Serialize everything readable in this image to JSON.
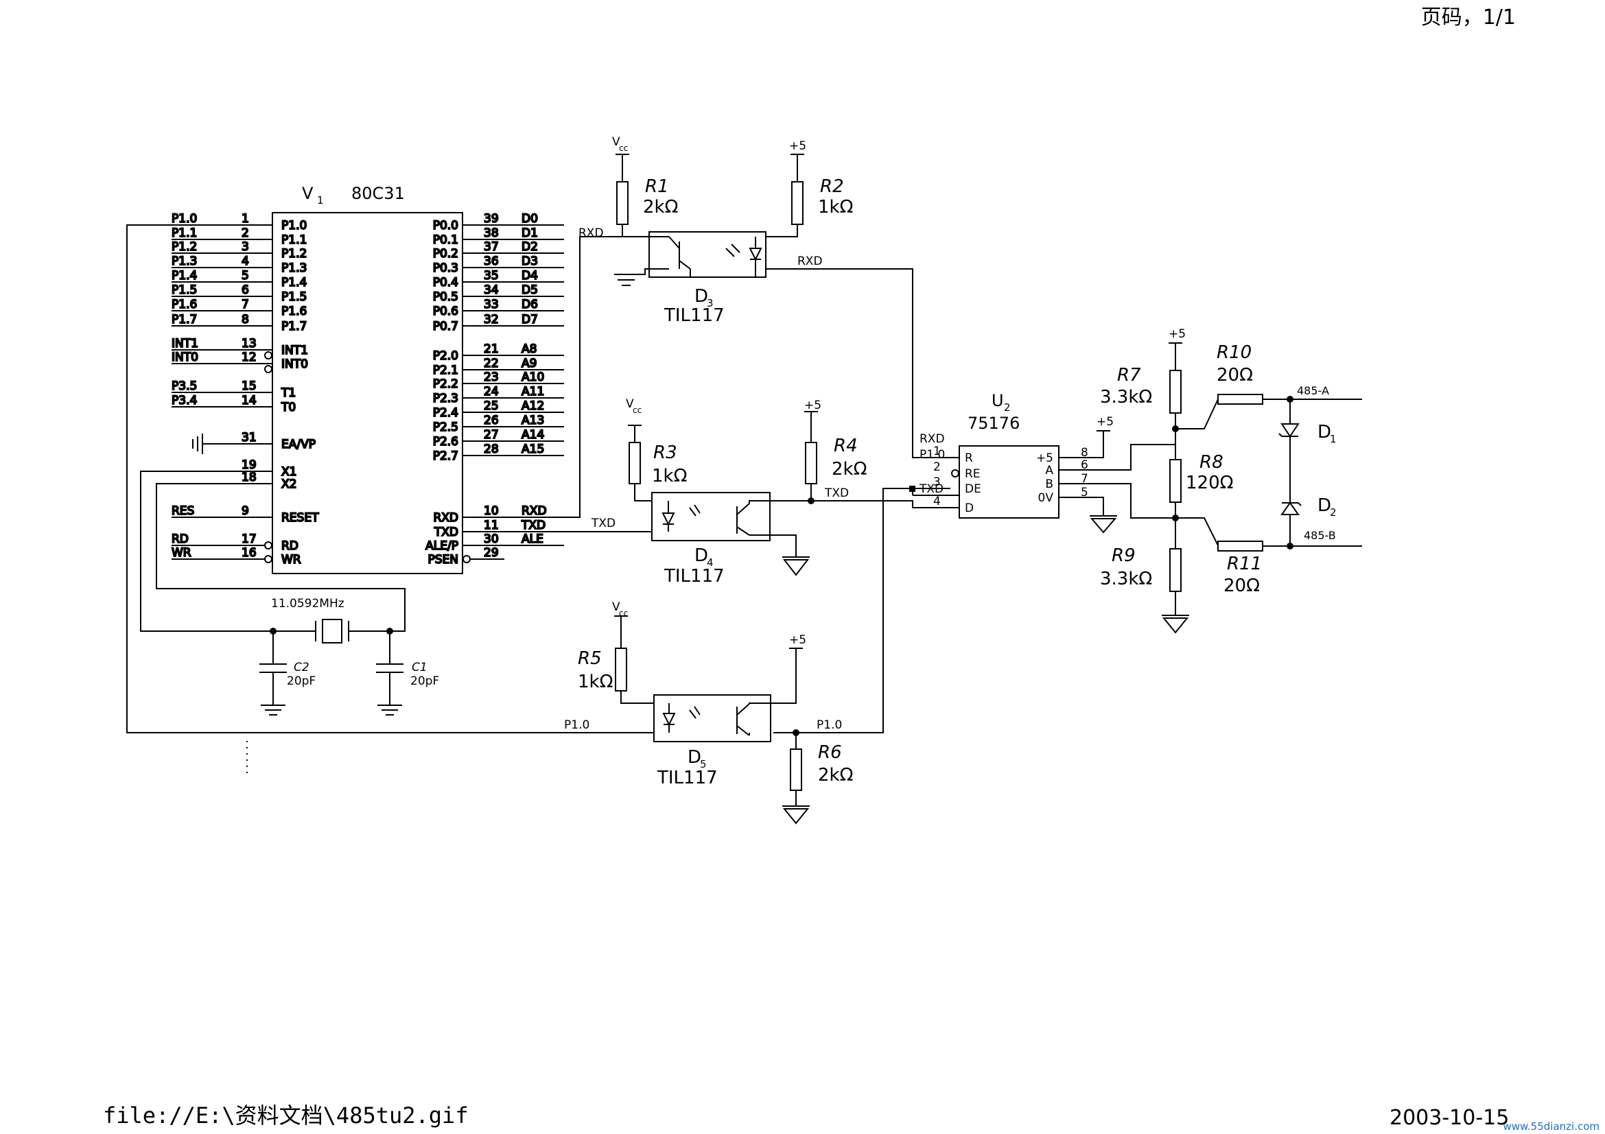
{
  "header": {
    "page_label": "页码，1/1"
  },
  "footer": {
    "file_path": "file://E:\\资料文档\\485tu2.gif",
    "date": "2003-10-15",
    "watermark": "www.55dianzi.com"
  },
  "u1": {
    "ref": "V",
    "ref_sub": "1",
    "part": "80C31",
    "left_pins": [
      {
        "net": "P1.0",
        "num": "1",
        "name": "P1.0"
      },
      {
        "net": "P1.1",
        "num": "2",
        "name": "P1.1"
      },
      {
        "net": "P1.2",
        "num": "3",
        "name": "P1.2"
      },
      {
        "net": "P1.3",
        "num": "4",
        "name": "P1.3"
      },
      {
        "net": "P1.4",
        "num": "5",
        "name": "P1.4"
      },
      {
        "net": "P1.5",
        "num": "6",
        "name": "P1.5"
      },
      {
        "net": "P1.6",
        "num": "7",
        "name": "P1.6"
      },
      {
        "net": "P1.7",
        "num": "8",
        "name": "P1.7"
      },
      {
        "net": "INT1",
        "num": "13",
        "name": "INT1"
      },
      {
        "net": "INT0",
        "num": "12",
        "name": "INT0"
      },
      {
        "net": "P3.5",
        "num": "15",
        "name": "T1"
      },
      {
        "net": "P3.4",
        "num": "14",
        "name": "T0"
      },
      {
        "net": "",
        "num": "31",
        "name": "EA/VP"
      },
      {
        "net": "",
        "num": "19",
        "name": "X1"
      },
      {
        "net": "",
        "num": "18",
        "name": "X2"
      },
      {
        "net": "RES",
        "num": "9",
        "name": "RESET"
      },
      {
        "net": "RD",
        "num": "17",
        "name": "RD"
      },
      {
        "net": "WR",
        "num": "16",
        "name": "WR"
      }
    ],
    "right_pins": [
      {
        "name": "P0.0",
        "num": "39",
        "net": "D0"
      },
      {
        "name": "P0.1",
        "num": "38",
        "net": "D1"
      },
      {
        "name": "P0.2",
        "num": "37",
        "net": "D2"
      },
      {
        "name": "P0.3",
        "num": "36",
        "net": "D3"
      },
      {
        "name": "P0.4",
        "num": "35",
        "net": "D4"
      },
      {
        "name": "P0.5",
        "num": "34",
        "net": "D5"
      },
      {
        "name": "P0.6",
        "num": "33",
        "net": "D6"
      },
      {
        "name": "P0.7",
        "num": "32",
        "net": "D7"
      },
      {
        "name": "P2.0",
        "num": "21",
        "net": "A8"
      },
      {
        "name": "P2.1",
        "num": "22",
        "net": "A9"
      },
      {
        "name": "P2.2",
        "num": "23",
        "net": "A10"
      },
      {
        "name": "P2.3",
        "num": "24",
        "net": "A11"
      },
      {
        "name": "P2.4",
        "num": "25",
        "net": "A12"
      },
      {
        "name": "P2.5",
        "num": "26",
        "net": "A13"
      },
      {
        "name": "P2.6",
        "num": "27",
        "net": "A14"
      },
      {
        "name": "P2.7",
        "num": "28",
        "net": "A15"
      },
      {
        "name": "RXD",
        "num": "10",
        "net": "RXD"
      },
      {
        "name": "TXD",
        "num": "11",
        "net": "TXD"
      },
      {
        "name": "ALE/P",
        "num": "30",
        "net": "ALE"
      },
      {
        "name": "PSEN",
        "num": "29",
        "net": ""
      }
    ]
  },
  "crystal": {
    "freq": "11.0592MHz"
  },
  "c1": {
    "ref": "C1",
    "value": "20pF"
  },
  "c2": {
    "ref": "C2",
    "value": "20pF"
  },
  "vcc": {
    "label": "V",
    "sub": "cc"
  },
  "plus5": "+5",
  "r1": {
    "ref": "R1",
    "value": "2kΩ"
  },
  "r2": {
    "ref": "R2",
    "value": "1kΩ"
  },
  "r3": {
    "ref": "R3",
    "value": "1kΩ"
  },
  "r4": {
    "ref": "R4",
    "value": "2kΩ"
  },
  "r5": {
    "ref": "R5",
    "value": "1kΩ"
  },
  "r6": {
    "ref": "R6",
    "value": "2kΩ"
  },
  "r7": {
    "ref": "R7",
    "value": "3.3kΩ"
  },
  "r8": {
    "ref": "R8",
    "value": "120Ω"
  },
  "r9": {
    "ref": "R9",
    "value": "3.3kΩ"
  },
  "r10": {
    "ref": "R10",
    "value": "20Ω"
  },
  "r11": {
    "ref": "R11",
    "value": "20Ω"
  },
  "d3": {
    "ref": "D",
    "sub": "3",
    "part": "TIL117"
  },
  "d4": {
    "ref": "D",
    "sub": "4",
    "part": "TIL117"
  },
  "d5": {
    "ref": "D",
    "sub": "5",
    "part": "TIL117"
  },
  "d1": {
    "ref": "D",
    "sub": "1"
  },
  "d2": {
    "ref": "D",
    "sub": "2"
  },
  "u2": {
    "ref": "U",
    "ref_sub": "2",
    "part": "75176",
    "left_pins": [
      {
        "net": "RXD",
        "num": "1",
        "name": "R"
      },
      {
        "net": "P1.0",
        "num": "2",
        "name": "RE"
      },
      {
        "net": "",
        "num": "3",
        "name": "DE"
      },
      {
        "net": "TXD",
        "num": "4",
        "name": "D"
      }
    ],
    "right_pins": [
      {
        "name": "+5",
        "num": "8"
      },
      {
        "name": "A",
        "num": "6"
      },
      {
        "name": "B",
        "num": "7"
      },
      {
        "name": "0V",
        "num": "5"
      }
    ]
  },
  "nets": {
    "rxd": "RXD",
    "txd": "TXD",
    "p10": "P1.0",
    "bus_a": "485-A",
    "bus_b": "485-B"
  }
}
